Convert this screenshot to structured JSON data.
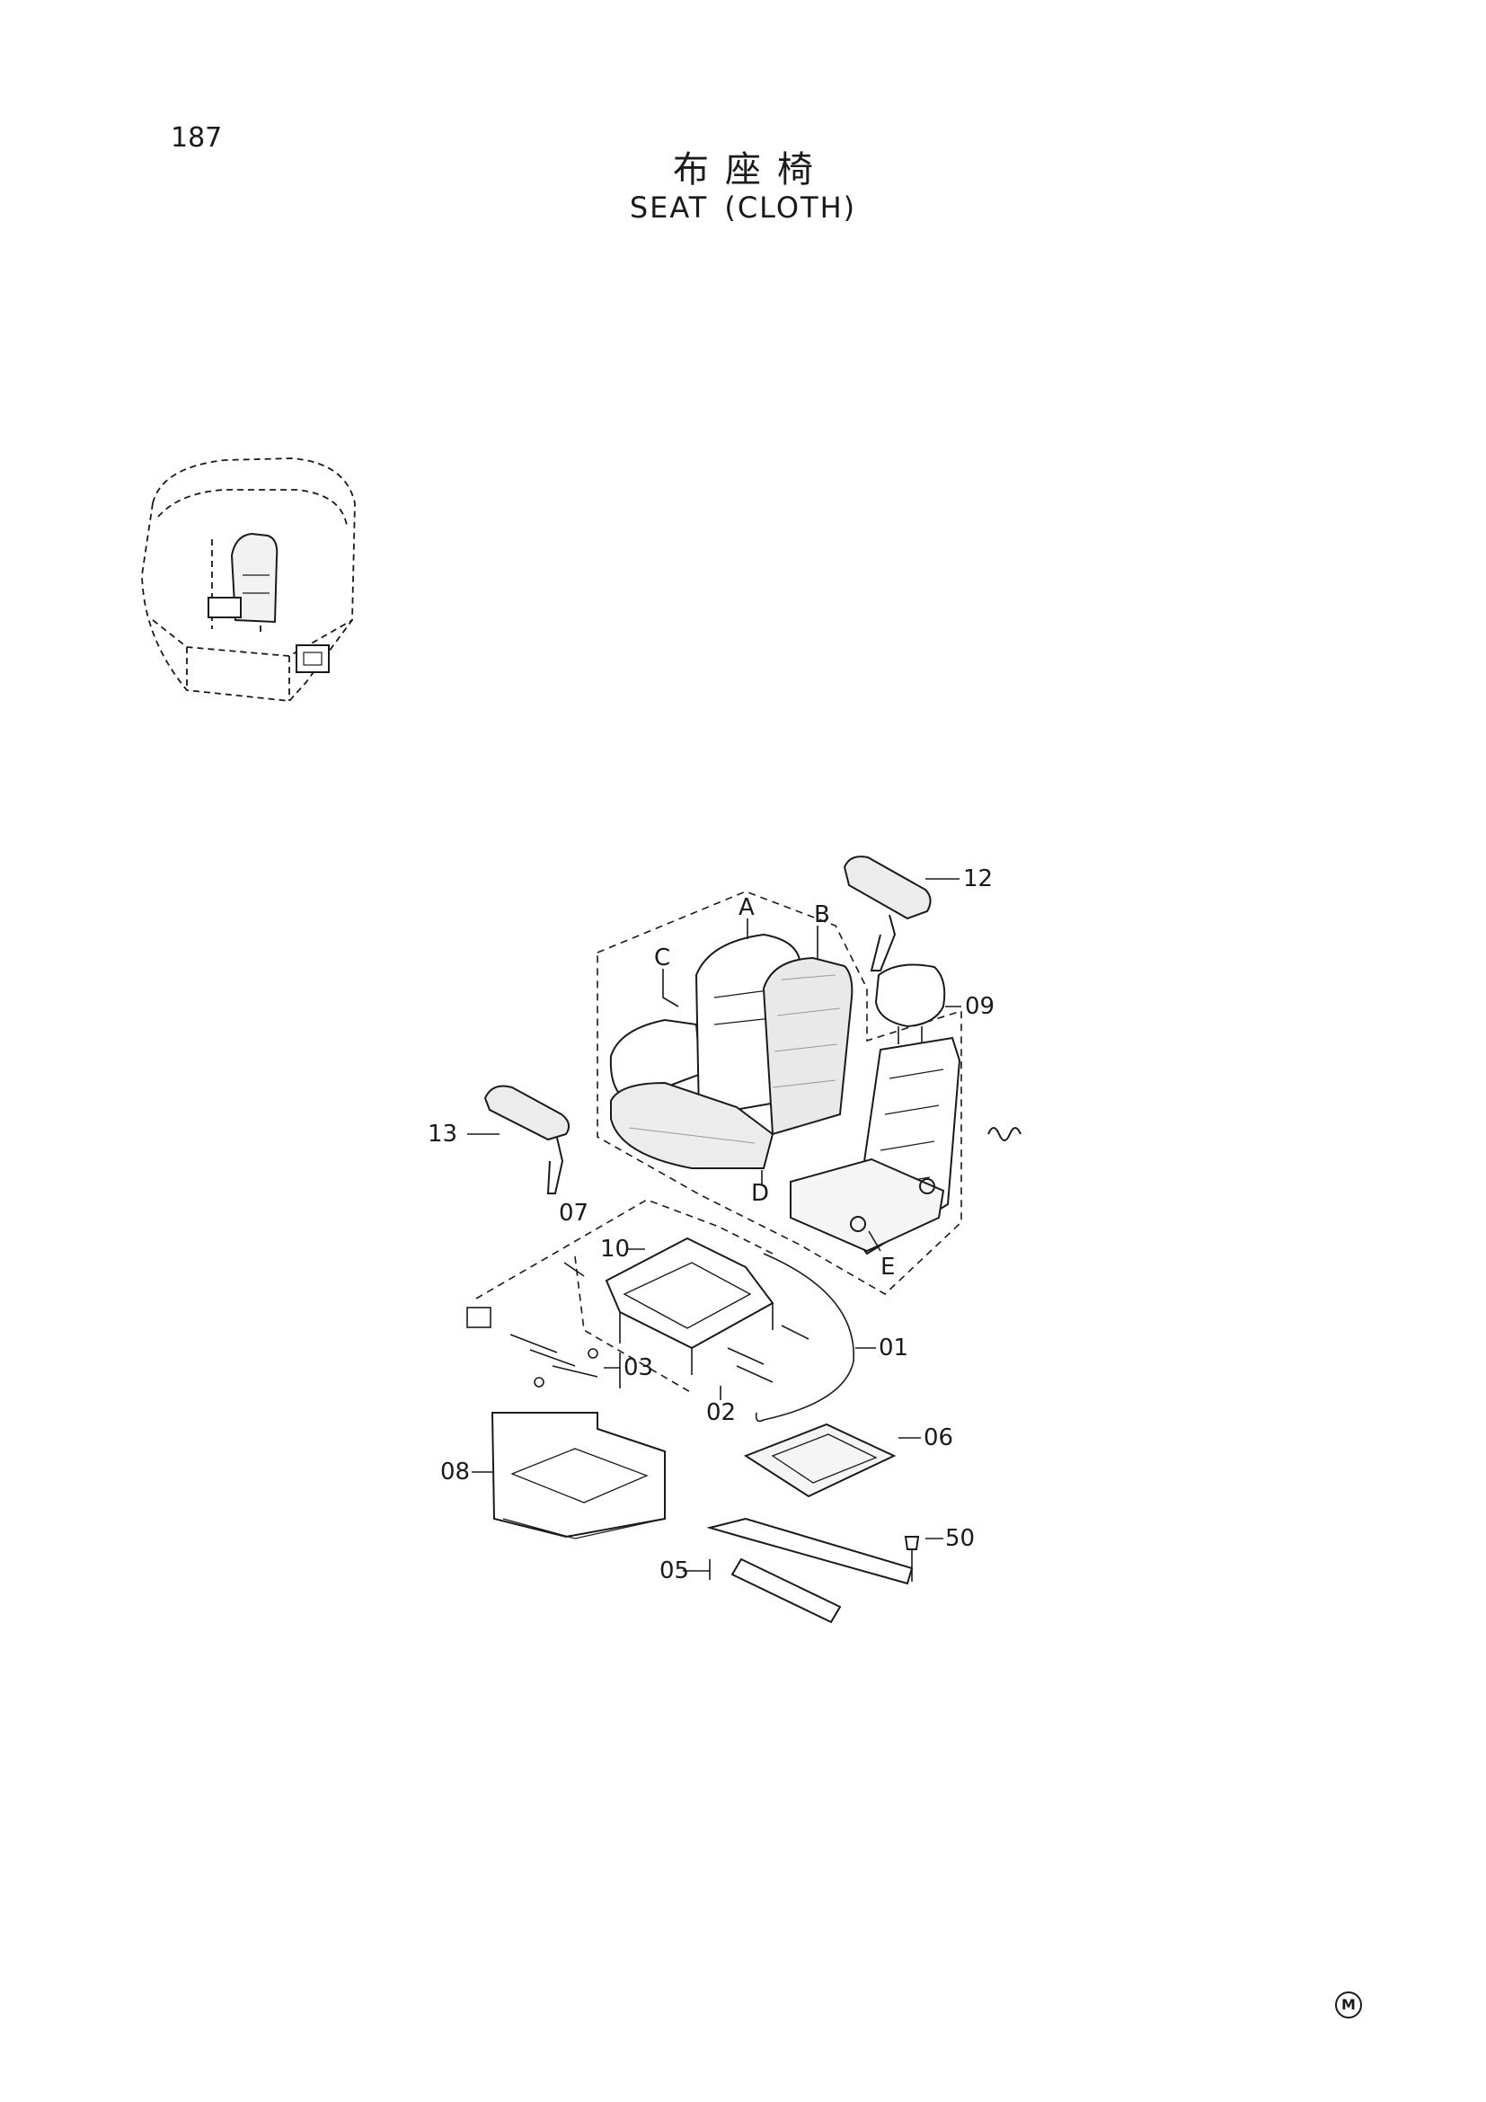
{
  "page_number": "187",
  "title_jp": "布座椅",
  "title_en_part1": "SEAT",
  "title_en_part2": "(CLOTH)",
  "callouts": {
    "c12": "12",
    "cA": "A",
    "cB": "B",
    "cC": "C",
    "c09": "09",
    "c13": "13",
    "cD": "D",
    "c07": "07",
    "cE": "E",
    "c10": "10",
    "c01": "01",
    "c03": "03",
    "c02": "02",
    "c06": "06",
    "c08": "08",
    "c50": "50",
    "c05": "05"
  },
  "mark": "M"
}
